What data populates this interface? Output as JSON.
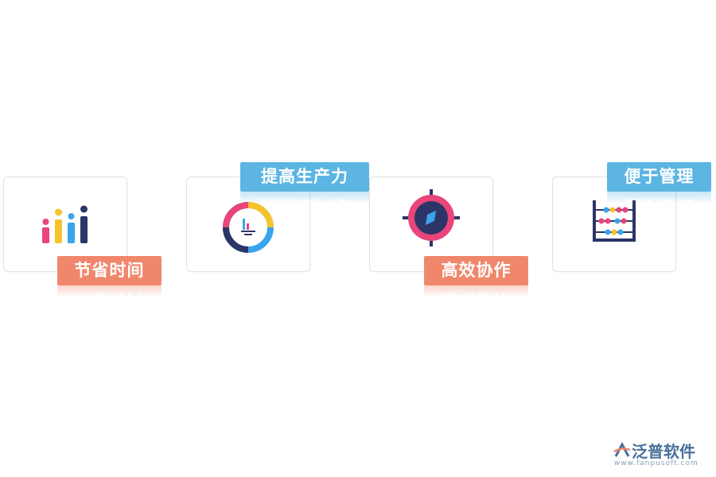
{
  "features": [
    {
      "label": "节省时间",
      "icon": "bar-chart-icon",
      "tag_color": "#f0876c"
    },
    {
      "label": "提高生产力",
      "icon": "gauge-chart-icon",
      "tag_color": "#5cb5e3"
    },
    {
      "label": "高效协作",
      "icon": "target-compass-icon",
      "tag_color": "#f0876c"
    },
    {
      "label": "便于管理",
      "icon": "abacus-icon",
      "tag_color": "#5cb5e3"
    }
  ],
  "brand": {
    "name": "泛普软件",
    "url": "www.fanpusoft.com"
  }
}
